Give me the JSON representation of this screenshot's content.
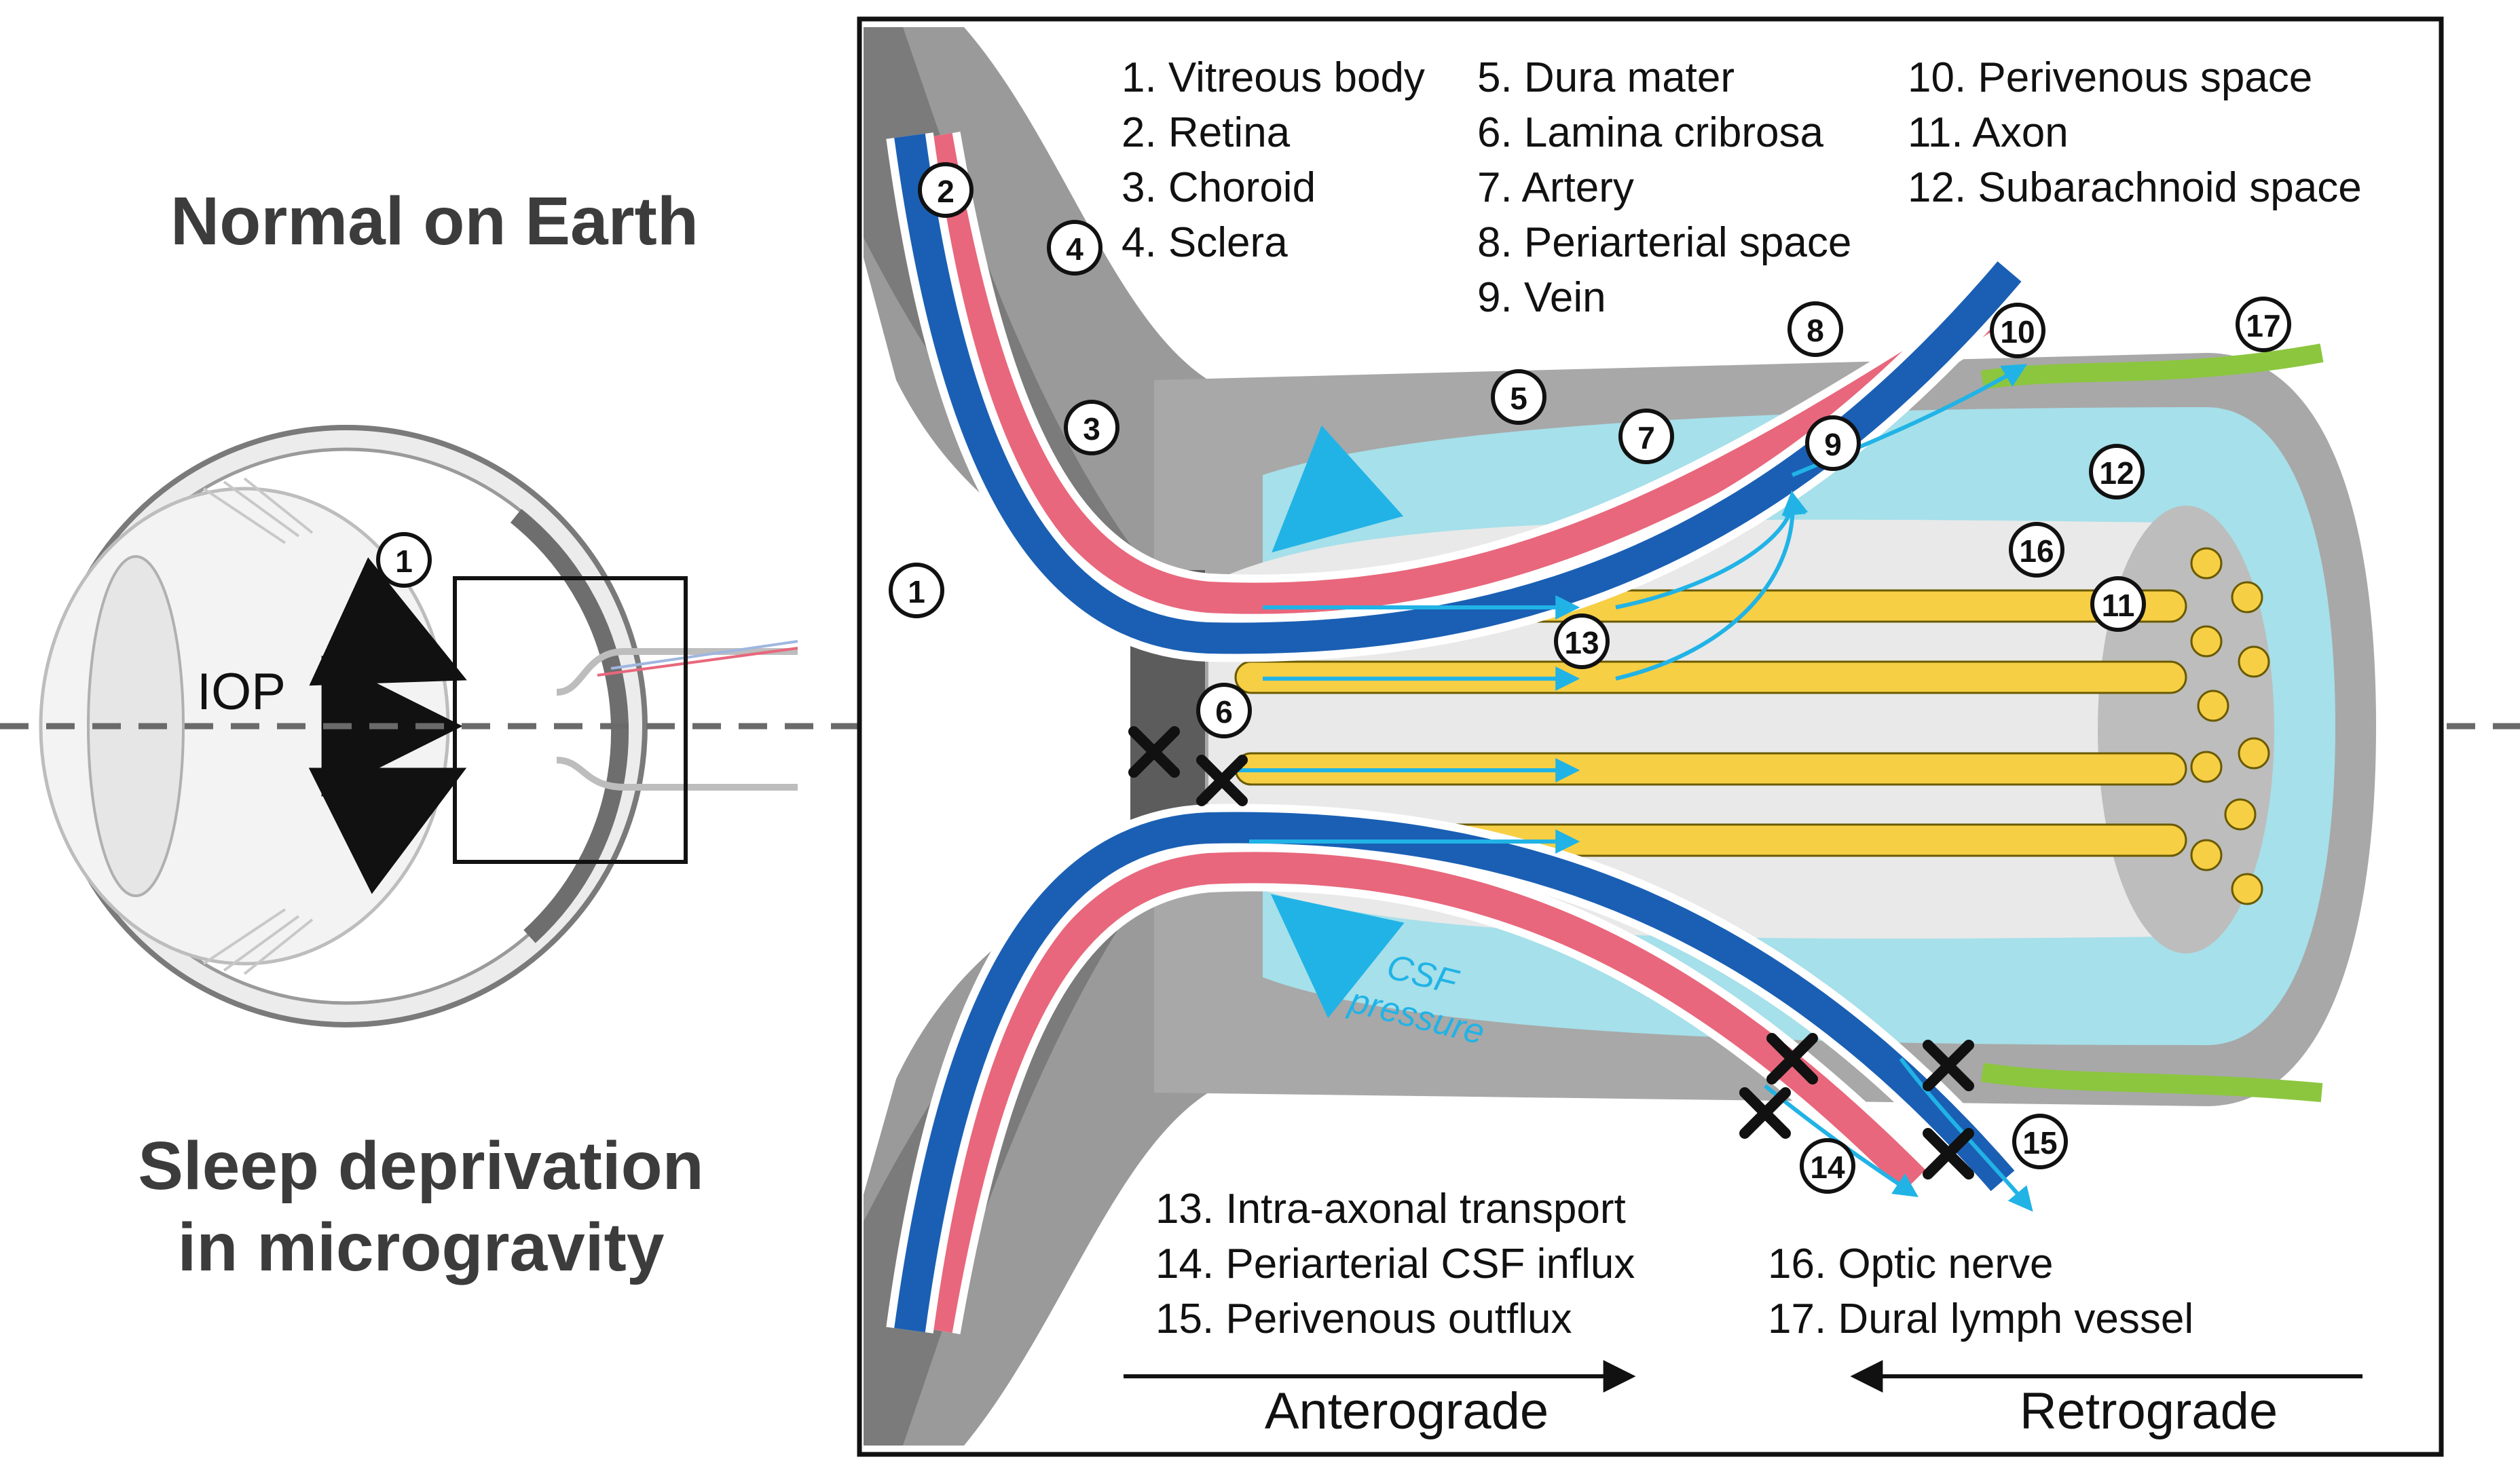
{
  "headings": {
    "normal": "Normal on Earth",
    "sleep_line1": "Sleep deprivation",
    "sleep_line2": "in microgravity"
  },
  "iop_label": "IOP",
  "csf_label": {
    "line1": "CSF",
    "line2": "pressure"
  },
  "legend": {
    "col1": [
      "1. Vitreous body",
      "2. Retina",
      "3. Choroid",
      "4. Sclera"
    ],
    "col2": [
      "5. Dura mater",
      "6. Lamina cribrosa",
      "7. Artery",
      "8. Periarterial space",
      "9. Vein"
    ],
    "col3": [
      "10. Perivenous space",
      "11. Axon",
      "12. Subarachnoid space"
    ],
    "col4": [
      "13. Intra-axonal transport",
      "14. Periarterial CSF influx",
      "15. Perivenous outflux"
    ],
    "col5": [
      "16. Optic nerve",
      "17. Dural lymph vessel"
    ]
  },
  "direction": {
    "anterograde": "Anterograde",
    "retrograde": "Retrograde"
  },
  "markers": [
    "1",
    "1",
    "2",
    "3",
    "4",
    "5",
    "6",
    "7",
    "8",
    "9",
    "10",
    "11",
    "12",
    "13",
    "14",
    "15",
    "16",
    "17"
  ],
  "colors": {
    "artery": "#e8677c",
    "vein": "#1a5fb4",
    "axon": "#f7cf45",
    "csf": "#a6e0ea",
    "flow_arrow": "#21b3e6",
    "lymph": "#8cc63f",
    "tissue": "#9a9a9a"
  }
}
